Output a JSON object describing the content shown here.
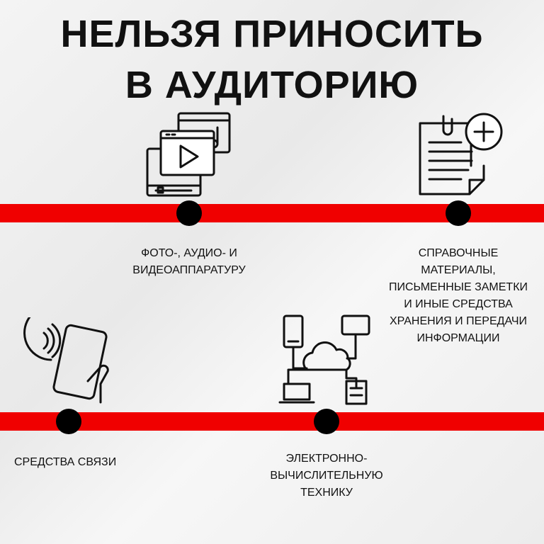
{
  "title": {
    "line1": "НЕЛЬЗЯ ПРИНОСИТЬ",
    "line2": "В АУДИТОРИЮ"
  },
  "items": [
    {
      "lines": [
        "ФОТО-, АУДИО- И",
        "ВИДЕОАППАРАТУРУ"
      ],
      "icon": "media-player-icon"
    },
    {
      "lines": [
        "СПРАВОЧНЫЕ",
        "МАТЕРИАЛЫ,",
        "ПИСЬМЕННЫЕ ЗАМЕТКИ",
        "И ИНЫЕ СРЕДСТВА",
        "ХРАНЕНИЯ И ПЕРЕДАЧИ",
        "ИНФОРМАЦИИ"
      ],
      "icon": "notes-plus-icon"
    },
    {
      "lines": [
        "СРЕДСТВА СВЯЗИ"
      ],
      "icon": "contactless-phone-icon"
    },
    {
      "lines": [
        "ЭЛЕКТРОННО-",
        "ВЫЧИСЛИТЕЛЬНУЮ",
        "ТЕХНИКУ"
      ],
      "icon": "cloud-network-icon"
    }
  ],
  "colors": {
    "bar": "#f00000",
    "dot": "#000000"
  }
}
